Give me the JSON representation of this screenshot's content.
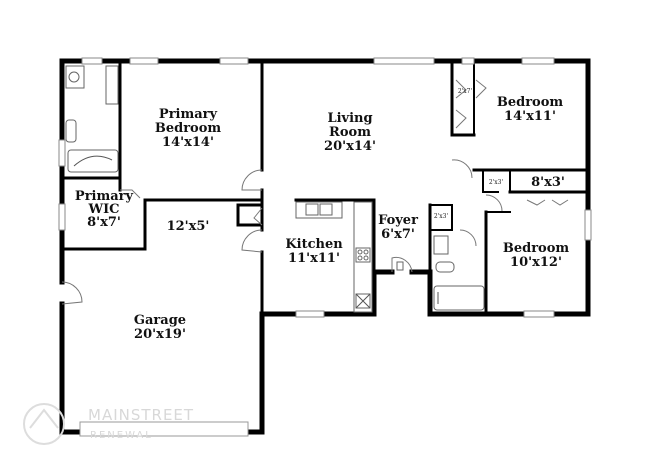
{
  "rooms": {
    "primary_bedroom": {
      "name_1": "Primary",
      "name_2": "Bedroom",
      "size": "14'x14'"
    },
    "living_room": {
      "name_1": "Living",
      "name_2": "Room",
      "size": "20'x14'"
    },
    "bedroom_ne": {
      "name": "Bedroom",
      "size": "14'x11'"
    },
    "primary_wic": {
      "name_1": "Primary",
      "name_2": "WIC",
      "size": "8'x7'"
    },
    "hall": {
      "size": "12'x5'"
    },
    "kitchen": {
      "name": "Kitchen",
      "size": "11'x11'"
    },
    "foyer": {
      "name": "Foyer",
      "size": "6'x7'"
    },
    "closet_8x3": {
      "size": "8'x3'"
    },
    "bedroom_se": {
      "name": "Bedroom",
      "size": "10'x12'"
    },
    "garage": {
      "name": "Garage",
      "size": "20'x19'"
    }
  },
  "closets": {
    "closet_a": "2'x7'",
    "closet_b": "2'x3'",
    "closet_c": "2'x3'"
  },
  "watermark": {
    "line1": "MAINSTREET",
    "line2": "RENEWAL"
  }
}
